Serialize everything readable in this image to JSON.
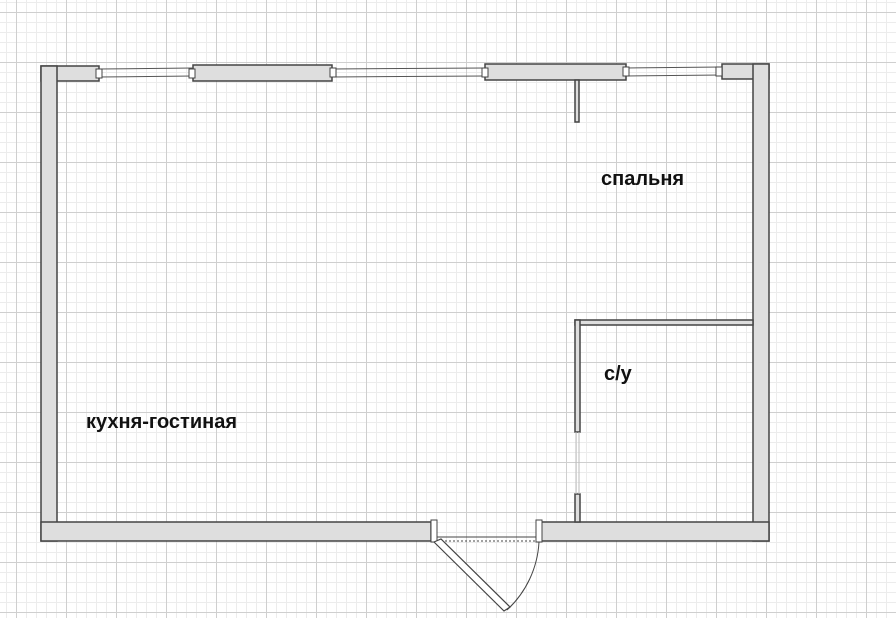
{
  "rooms": {
    "bedroom": "спальня",
    "bathroom": "с/у",
    "kitchen_living": "кухня-гостиная"
  },
  "colors": {
    "wall_fill": "#dedede",
    "wall_stroke": "#444444",
    "grid_major": "#cfcfcf",
    "grid_minor": "#ececec",
    "label": "#111111"
  }
}
